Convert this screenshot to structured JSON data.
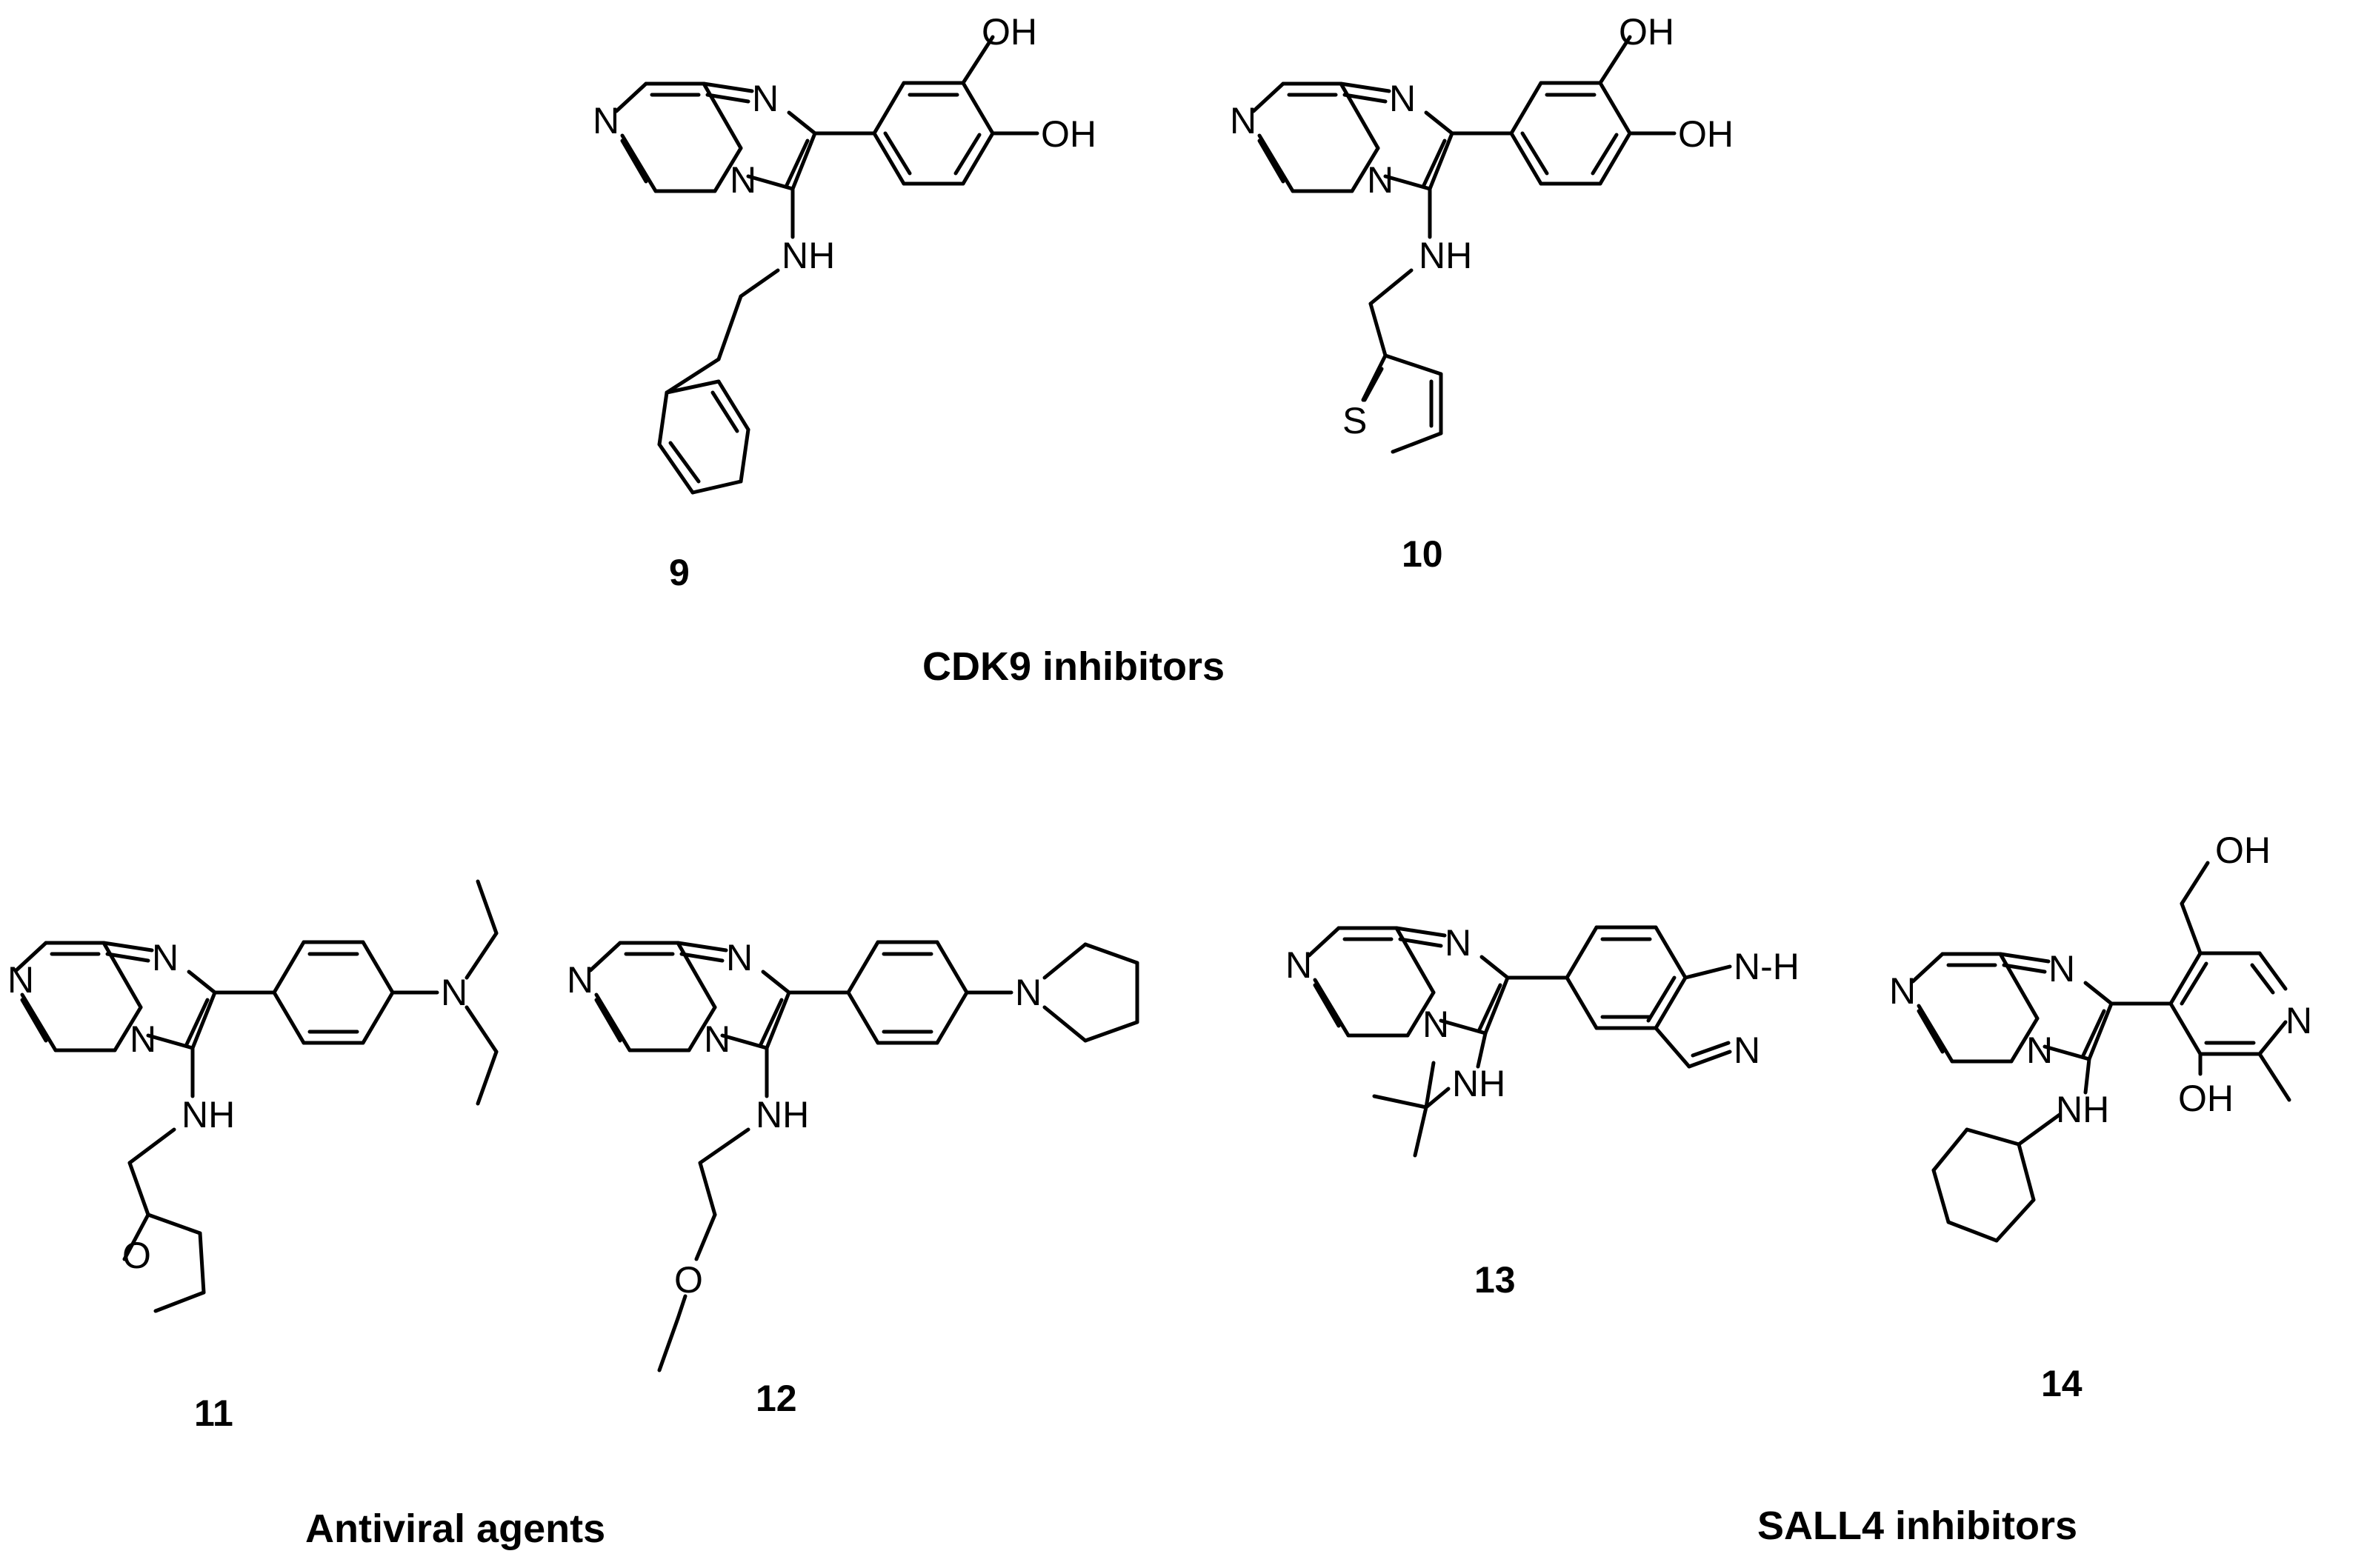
{
  "atom_labels": {
    "N": "N",
    "NH": "NH",
    "OH": "OH",
    "O": "O",
    "S": "S",
    "N_H": "N-H"
  },
  "compounds": [
    "9",
    "10",
    "11",
    "12",
    "13",
    "14"
  ],
  "captions": {
    "cdk9": "CDK9 inhibitors",
    "antiviral": "Antiviral agents",
    "sall4": "SALL4 inhibitors"
  },
  "colors": {
    "line": "#000000",
    "background": "#ffffff"
  }
}
